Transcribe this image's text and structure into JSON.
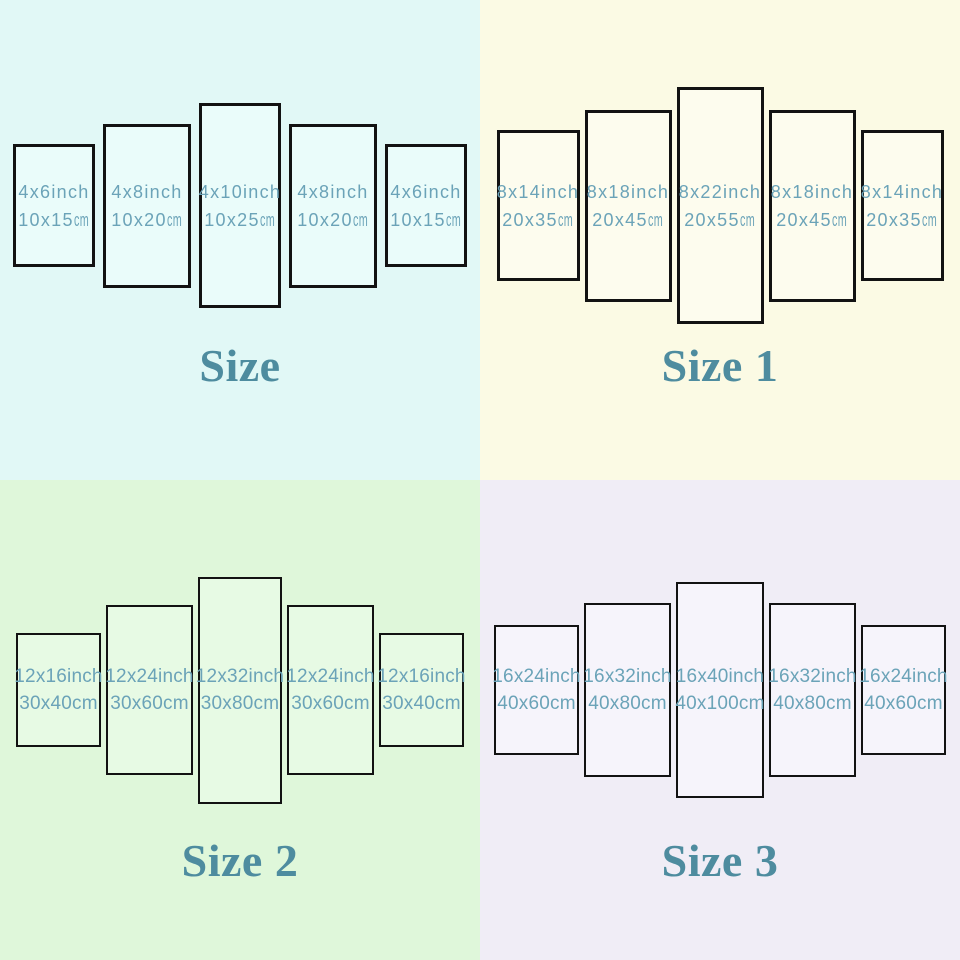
{
  "colors": {
    "label_text": "#6BA3B8",
    "title_text": "#4E8C9F",
    "panel_border": "#121212"
  },
  "quadrants": [
    {
      "id": "size",
      "title": "Size",
      "bg": "#E1F8F6",
      "panel_bg": "#EAFCFA",
      "unit_condensed": true,
      "panels": [
        {
          "line1": "4x6inch",
          "line2": "10x15",
          "unit": "cm"
        },
        {
          "line1": "4x8inch",
          "line2": "10x20",
          "unit": "cm"
        },
        {
          "line1": "4x10inch",
          "line2": "10x25",
          "unit": "cm"
        },
        {
          "line1": "4x8inch",
          "line2": "10x20",
          "unit": "cm"
        },
        {
          "line1": "4x6inch",
          "line2": "10x15",
          "unit": "cm"
        }
      ]
    },
    {
      "id": "size-1",
      "title": "Size 1",
      "bg": "#FBFAE4",
      "panel_bg": "#FDFCEE",
      "unit_condensed": true,
      "panels": [
        {
          "line1": "8x14inch",
          "line2": "20x35",
          "unit": "cm"
        },
        {
          "line1": "8x18inch",
          "line2": "20x45",
          "unit": "cm"
        },
        {
          "line1": "8x22inch",
          "line2": "20x55",
          "unit": "cm"
        },
        {
          "line1": "8x18inch",
          "line2": "20x45",
          "unit": "cm"
        },
        {
          "line1": "8x14inch",
          "line2": "20x35",
          "unit": "cm"
        }
      ]
    },
    {
      "id": "size-2",
      "title": "Size 2",
      "bg": "#DFF7DA",
      "panel_bg": "#E7FAE4",
      "unit_condensed": false,
      "panels": [
        {
          "line1": "12x16inch",
          "line2": "30x40",
          "unit": "cm"
        },
        {
          "line1": "12x24inch",
          "line2": "30x60",
          "unit": "cm"
        },
        {
          "line1": "12x32inch",
          "line2": "30x80",
          "unit": "cm"
        },
        {
          "line1": "12x24inch",
          "line2": "30x60",
          "unit": "cm"
        },
        {
          "line1": "12x16inch",
          "line2": "30x40",
          "unit": "cm"
        }
      ]
    },
    {
      "id": "size-3",
      "title": "Size 3",
      "bg": "#F0EDF6",
      "panel_bg": "#F6F4FB",
      "unit_condensed": false,
      "panels": [
        {
          "line1": "16x24inch",
          "line2": "40x60",
          "unit": "cm"
        },
        {
          "line1": "16x32inch",
          "line2": "40x80",
          "unit": "cm"
        },
        {
          "line1": "16x40inch",
          "line2": "40x100",
          "unit": "cm"
        },
        {
          "line1": "16x32inch",
          "line2": "40x80",
          "unit": "cm"
        },
        {
          "line1": "16x24inch",
          "line2": "40x60",
          "unit": "cm"
        }
      ]
    }
  ]
}
